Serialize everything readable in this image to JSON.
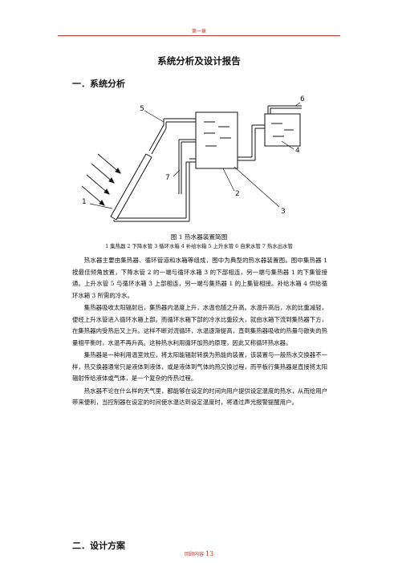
{
  "header": {
    "text": "第一章"
  },
  "title": "系统分析及设计报告",
  "section1": "一．系统分析",
  "figure": {
    "labels": [
      "1",
      "2",
      "3",
      "4",
      "5",
      "6",
      "7"
    ],
    "caption": "图 1  热水器装置简图",
    "legend": "1 集热器  2 下降水管 3 循环水箱 4 补给水箱 5 上升水管 6 自来水管 7 热水出水管"
  },
  "paragraphs": [
    "热水器主要由集热器、循环管道和水箱等组成，图中为典型的热水器装置图。图中集热器 1 按最佳倾角放置，下降水管 2 的一端与循环水箱 3 的下部相连，另一端与集热器 1 的下集管接通。上升水管 5 与循环水箱 3 上部相连，另一端与集热器 1 的上集管相接。补给水箱 4 供给循环水箱 3 所需的冷水。",
    "集热器吸收太阳辐射后，集热器内温度上升，水温也随之升高。水温升高后，水的比重减轻，便经上升水管进入循环水箱上部。而循环水箱下部的冷水比重较大，就由水箱下流到集热器下方，在集热器内受热后又上升。这样不断对流循环，水温逐渐提高，直到集热器吸收的热量与散失的热量相平衡时，水温不再升高。这种热水利用循环加热的原理，因此又称循环热水器。",
    "集热器是一种利用温室效应，将太阳能辐射转换为热能的装置，该装置与一般热水交换器不一样，热交换器通常只是液体到液体，或是液体到气体的热交换过程，而平板行集热器是直接将太阳辐射传给液体或气体，是一个复杂的传热过程。",
    "热水器不论在什么样的天气里，都能够在设定的时间向用户提供设定温度的热水，从而给用户带来便利，当控制器在设定的时间使水温达到设定温度时，将通过声光报警提醒用户。"
  ],
  "section2": "二．设计方案",
  "footer": {
    "prefix": "回顾内容",
    "page": "13"
  }
}
